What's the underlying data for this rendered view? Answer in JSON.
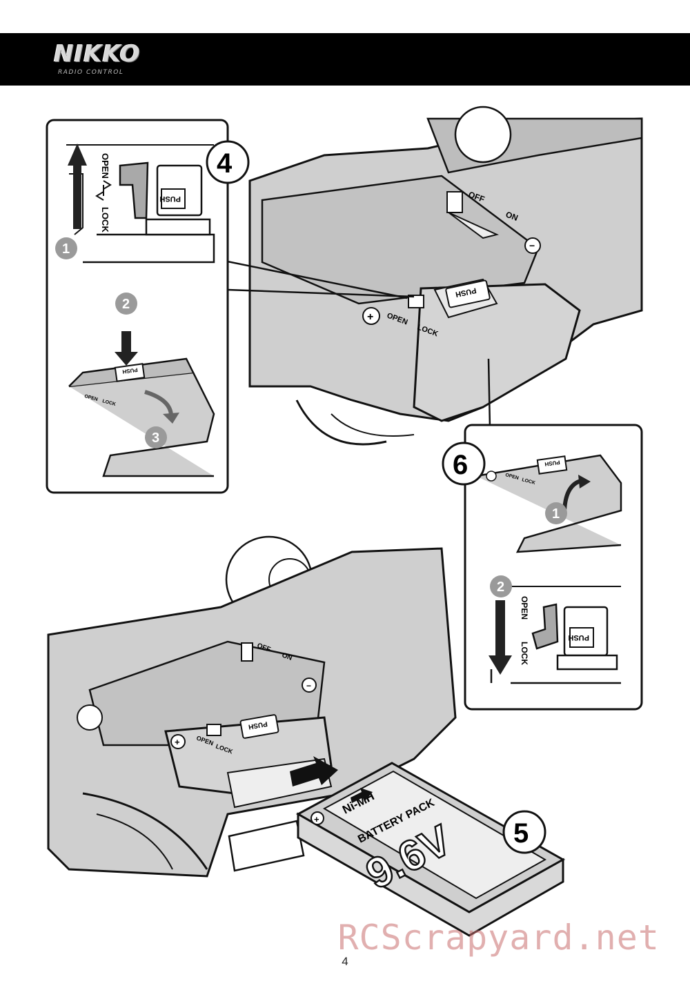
{
  "brand": {
    "name": "NIKKO",
    "tagline": "RADIO CONTROL"
  },
  "steps": {
    "step4": "4",
    "step5": "5",
    "step6": "6"
  },
  "substeps": {
    "one": "1",
    "two": "2",
    "three": "3"
  },
  "labels": {
    "open": "OPEN",
    "lock": "LOCK",
    "push": "PUSH",
    "off": "OFF",
    "on": "ON",
    "plus": "+",
    "minus": "−"
  },
  "battery": {
    "type": "Ni-MH",
    "name": "BATTERY PACK",
    "voltage": "9.6V"
  },
  "footer": {
    "page_number": "4"
  },
  "watermark": "RCScrapyard.net",
  "colors": {
    "chassis": "#cfcfcf",
    "chassis_dark": "#a9a9a9",
    "substep_badge": "#9a9a9a",
    "header": "#000000"
  }
}
